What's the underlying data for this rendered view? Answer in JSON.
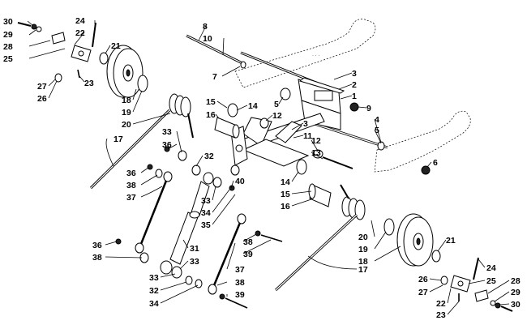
{
  "diagram": {
    "labels": [
      {
        "id": "l-30a",
        "text": "30"
      },
      {
        "id": "l-29a",
        "text": "29"
      },
      {
        "id": "l-28a",
        "text": "28"
      },
      {
        "id": "l-25a",
        "text": "25"
      },
      {
        "id": "l-24a",
        "text": "24"
      },
      {
        "id": "l-22a",
        "text": "22"
      },
      {
        "id": "l-21a",
        "text": "21"
      },
      {
        "id": "l-27a",
        "text": "27"
      },
      {
        "id": "l-26a",
        "text": "26"
      },
      {
        "id": "l-23a",
        "text": "23"
      },
      {
        "id": "l-18a",
        "text": "18"
      },
      {
        "id": "l-19a",
        "text": "19"
      },
      {
        "id": "l-20a",
        "text": "20"
      },
      {
        "id": "l-17a",
        "text": "17"
      },
      {
        "id": "l-8",
        "text": "8"
      },
      {
        "id": "l-10",
        "text": "10"
      },
      {
        "id": "l-7",
        "text": "7"
      },
      {
        "id": "l-3a",
        "text": "3"
      },
      {
        "id": "l-2",
        "text": "2"
      },
      {
        "id": "l-1",
        "text": "1"
      },
      {
        "id": "l-9",
        "text": "9"
      },
      {
        "id": "l-5a",
        "text": "5"
      },
      {
        "id": "l-15a",
        "text": "15"
      },
      {
        "id": "l-14a",
        "text": "14"
      },
      {
        "id": "l-16a",
        "text": "16"
      },
      {
        "id": "l-12a",
        "text": "12"
      },
      {
        "id": "l-3b",
        "text": "3"
      },
      {
        "id": "l-11",
        "text": "11"
      },
      {
        "id": "l-12b",
        "text": "12"
      },
      {
        "id": "l-13",
        "text": "13"
      },
      {
        "id": "l-4",
        "text": "4"
      },
      {
        "id": "l-5b",
        "text": "5"
      },
      {
        "id": "l-6",
        "text": "6"
      },
      {
        "id": "l-33a",
        "text": "33"
      },
      {
        "id": "l-36a",
        "text": "36"
      },
      {
        "id": "l-32a",
        "text": "32"
      },
      {
        "id": "l-36b",
        "text": "36"
      },
      {
        "id": "l-38a",
        "text": "38"
      },
      {
        "id": "l-37a",
        "text": "37"
      },
      {
        "id": "l-40",
        "text": "40"
      },
      {
        "id": "l-14b",
        "text": "14"
      },
      {
        "id": "l-15b",
        "text": "15"
      },
      {
        "id": "l-16b",
        "text": "16"
      },
      {
        "id": "l-33b",
        "text": "33"
      },
      {
        "id": "l-34a",
        "text": "34"
      },
      {
        "id": "l-35",
        "text": "35"
      },
      {
        "id": "l-36c",
        "text": "36"
      },
      {
        "id": "l-38b",
        "text": "38"
      },
      {
        "id": "l-31",
        "text": "31"
      },
      {
        "id": "l-33c",
        "text": "33"
      },
      {
        "id": "l-33d",
        "text": "33"
      },
      {
        "id": "l-32b",
        "text": "32"
      },
      {
        "id": "l-34b",
        "text": "34"
      },
      {
        "id": "l-38c",
        "text": "38"
      },
      {
        "id": "l-39a",
        "text": "39"
      },
      {
        "id": "l-37b",
        "text": "37"
      },
      {
        "id": "l-38d",
        "text": "38"
      },
      {
        "id": "l-39b",
        "text": "39"
      },
      {
        "id": "l-20b",
        "text": "20"
      },
      {
        "id": "l-19b",
        "text": "19"
      },
      {
        "id": "l-18b",
        "text": "18"
      },
      {
        "id": "l-17b",
        "text": "17"
      },
      {
        "id": "l-21b",
        "text": "21"
      },
      {
        "id": "l-24b",
        "text": "24"
      },
      {
        "id": "l-26b",
        "text": "26"
      },
      {
        "id": "l-25b",
        "text": "25"
      },
      {
        "id": "l-27b",
        "text": "27"
      },
      {
        "id": "l-22b",
        "text": "22"
      },
      {
        "id": "l-23b",
        "text": "23"
      },
      {
        "id": "l-28b",
        "text": "28"
      },
      {
        "id": "l-29b",
        "text": "29"
      },
      {
        "id": "l-30b",
        "text": "30"
      }
    ]
  }
}
